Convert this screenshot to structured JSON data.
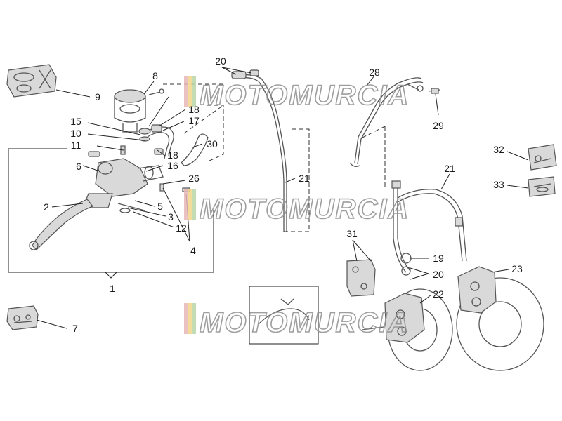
{
  "watermark": {
    "brand": "MOTOMURCIA",
    "stripe_colors": [
      "#e8b7b7",
      "#f2d58a",
      "#b9d7a6"
    ]
  },
  "callouts": [
    {
      "id": "c1",
      "text": "1"
    },
    {
      "id": "c2",
      "text": "2"
    },
    {
      "id": "c3",
      "text": "3"
    },
    {
      "id": "c4",
      "text": "4"
    },
    {
      "id": "c5",
      "text": "5"
    },
    {
      "id": "c6",
      "text": "6"
    },
    {
      "id": "c7",
      "text": "7"
    },
    {
      "id": "c8",
      "text": "8"
    },
    {
      "id": "c9",
      "text": "9"
    },
    {
      "id": "c10",
      "text": "10"
    },
    {
      "id": "c11",
      "text": "11"
    },
    {
      "id": "c12",
      "text": "12"
    },
    {
      "id": "c15",
      "text": "15"
    },
    {
      "id": "c16",
      "text": "16"
    },
    {
      "id": "c17",
      "text": "17"
    },
    {
      "id": "c18a",
      "text": "18"
    },
    {
      "id": "c18b",
      "text": "18"
    },
    {
      "id": "c19",
      "text": "19"
    },
    {
      "id": "c20a",
      "text": "20"
    },
    {
      "id": "c20b",
      "text": "20"
    },
    {
      "id": "c21a",
      "text": "21"
    },
    {
      "id": "c21b",
      "text": "21"
    },
    {
      "id": "c22",
      "text": "22"
    },
    {
      "id": "c23",
      "text": "23"
    },
    {
      "id": "c26",
      "text": "26"
    },
    {
      "id": "c28",
      "text": "28"
    },
    {
      "id": "c29",
      "text": "29"
    },
    {
      "id": "c30",
      "text": "30"
    },
    {
      "id": "c31",
      "text": "31"
    },
    {
      "id": "c32",
      "text": "32"
    },
    {
      "id": "c33",
      "text": "33"
    }
  ],
  "colors": {
    "line": "#222222",
    "part_stroke": "#555555",
    "part_fill": "#d9d9d9",
    "watermark": "#8e8e8e"
  }
}
